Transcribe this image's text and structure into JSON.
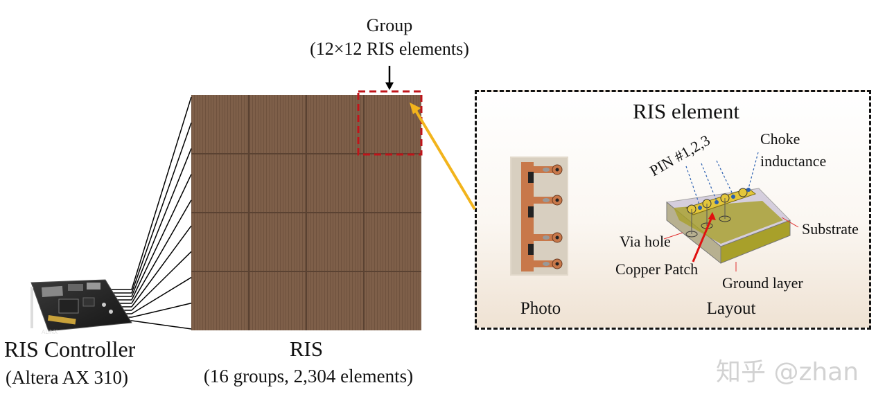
{
  "group_callout": {
    "title": "Group",
    "subtitle": "(12×12 RIS elements)"
  },
  "ris": {
    "title": "RIS",
    "subtitle": "(16 groups, 2,304 elements)",
    "grid_rows": 4,
    "grid_cols": 4
  },
  "controller": {
    "title": "RIS Controller",
    "subtitle": "(Altera AX 310)",
    "board_brand": "ALINX"
  },
  "element_panel": {
    "title": "RIS element",
    "photo_label": "Photo",
    "layout_label": "Layout",
    "annotations": {
      "pin": "PIN #1,2,3",
      "choke_line1": "Choke",
      "choke_line2": "inductance",
      "substrate": "Substrate",
      "via_hole": "Via hole",
      "copper_patch": "Copper Patch",
      "ground_layer": "Ground layer"
    }
  },
  "watermark": "知乎 @zhan",
  "colors": {
    "ris_surface": "#7d5e48",
    "group_highlight": "#c0141a",
    "arrow": "#f2b41c",
    "copper": "#c8784a",
    "substrate": "#c9c1d6",
    "ground": "#a8a02a"
  }
}
